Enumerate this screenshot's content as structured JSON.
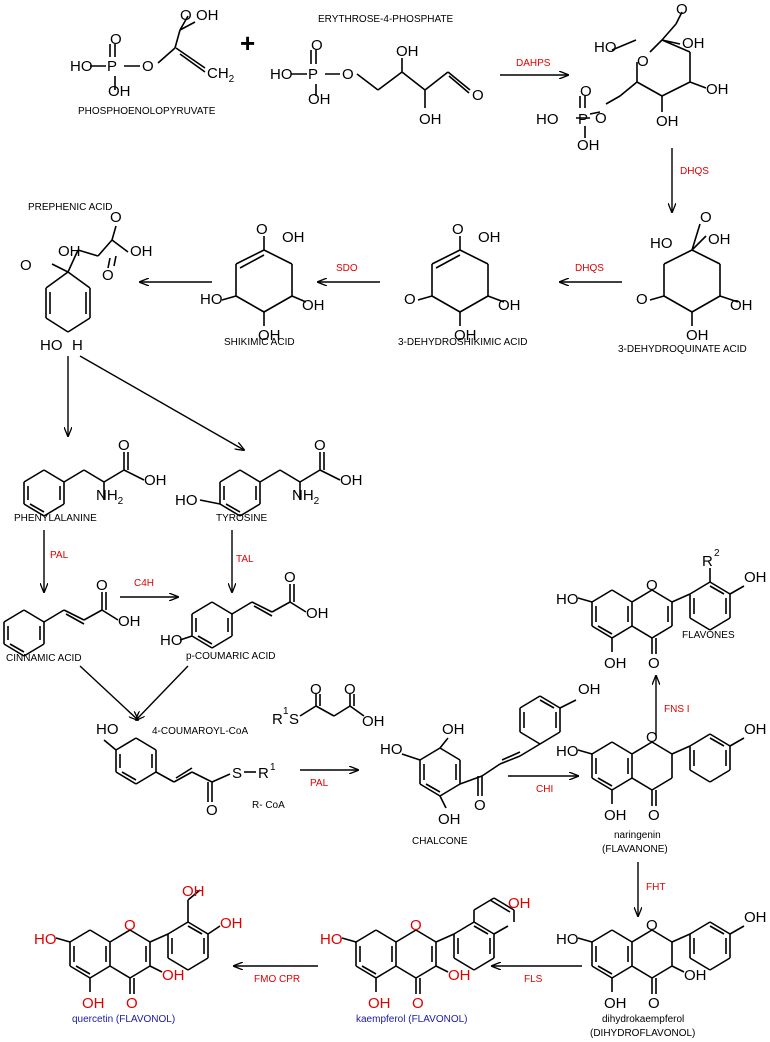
{
  "colors": {
    "bond": "#000000",
    "enzyme": "#e00000",
    "flavonol_label": "#1a1aa8",
    "highlight_atom": "#e00000"
  },
  "atoms": {
    "oh": "OH",
    "ho": "HO",
    "o": "O",
    "p": "P",
    "s": "S",
    "h": "H",
    "ch2": "CH",
    "nh2": "NH",
    "two": "2",
    "r": "R",
    "one": "1",
    "plus": "+"
  },
  "compounds": {
    "pep": "PHOSPHOENOLOPYRUVATE",
    "e4p": "ERYTHROSE-4-PHOSPHATE",
    "prephenic": "PREPHENIC ACID",
    "shikimic": "SHIKIMIC ACID",
    "dhs": "3-DEHYDROSHIKIMIC ACID",
    "dhq": "3-DEHYDROQUINATE ACID",
    "phe": "PHENYLALANINE",
    "tyr": "TYROSINE",
    "cinnamic": "CINNAMIC ACID",
    "coumaric": "p-COUMARIC ACID",
    "coumaroyl": "4-COUMAROYL-CoA",
    "rcoa": "R- CoA",
    "chalcone": "CHALCONE",
    "naringenin": "naringenin",
    "flavanone": "(FLAVANONE)",
    "flavones": "FLAVONES",
    "dhk": "dihydrokaempferol",
    "dihydroflavonol": "(DIHYDROFLAVONOL)",
    "kaempferol": "kaempferol (FLAVONOL)",
    "quercetin": "quercetin (FLAVONOL)"
  },
  "enzymes": {
    "dahps": "DAHPS",
    "dhqs1": "DHQS",
    "dhqs2": "DHQS",
    "sdo": "SDO",
    "pal1": "PAL",
    "tal": "TAL",
    "c4h": "C4H",
    "pal2": "PAL",
    "chi": "CHI",
    "fns": "FNS I",
    "fht": "FHT",
    "fls": "FLS",
    "fmo": "FMO CPR"
  }
}
